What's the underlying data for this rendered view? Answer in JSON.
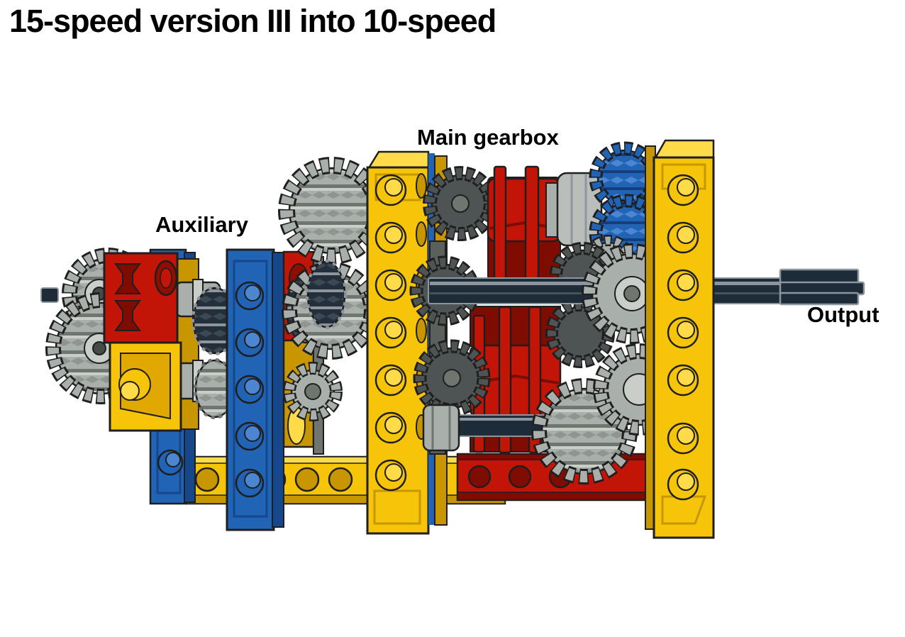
{
  "title": "15-speed version III into 10-speed",
  "annotations": {
    "auxiliary": "Auxiliary",
    "main_gearbox": "Main gearbox",
    "output": "Output"
  },
  "colors": {
    "background": "#FFFFFF",
    "text": "#000000",
    "outline": "#1F1F1F",
    "lego_yellow": "#F6C50A",
    "lego_yellow_dark": "#C79600",
    "lego_yellow_light": "#FFDB4A",
    "lego_blue": "#2163B5",
    "lego_blue_dark": "#16478A",
    "lego_red": "#C21507",
    "lego_red_dark": "#7E0C00",
    "gear_gray": "#A9AFAA",
    "gear_gray_light": "#C9CEC9",
    "gear_gray_dark": "#6F756F",
    "gear_dark": "#4E5453",
    "axle_navy": "#1E2C39",
    "axle_highlight": "#8D969C"
  }
}
